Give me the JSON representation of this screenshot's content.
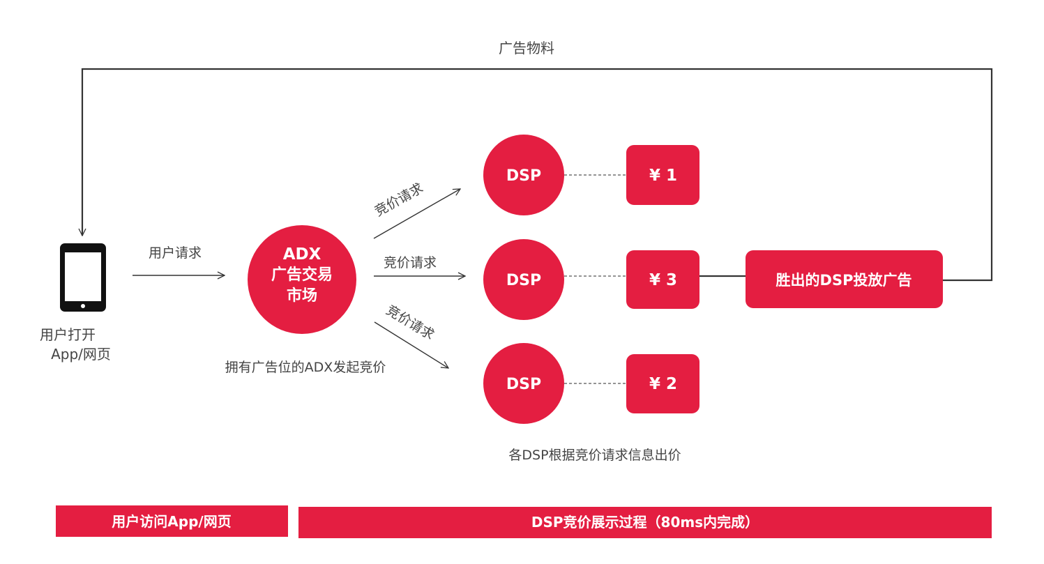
{
  "colors": {
    "accent": "#E41E41",
    "line": "#333333",
    "text": "#444444",
    "on_accent": "#FFFFFF"
  },
  "labels": {
    "ad_material": "广告物料",
    "user_request": "用户请求",
    "user_open_line1": "用户打开",
    "user_open_line2": "App/网页",
    "adx_line1": "ADX",
    "adx_line2": "广告交易",
    "adx_line3": "市场",
    "adx_caption": "拥有广告位的ADX发起竞价",
    "bid_request_top": "竞价请求",
    "bid_request_mid": "竞价请求",
    "bid_request_bottom": "竞价请求",
    "dsp_top": "DSP",
    "dsp_mid": "DSP",
    "dsp_bottom": "DSP",
    "price_top": "¥ 1",
    "price_mid": "¥ 3",
    "price_bottom": "¥ 2",
    "winner": "胜出的DSP投放广告",
    "dsp_caption": "各DSP根据竞价请求信息出价"
  },
  "banners": {
    "left": "用户访问App/网页",
    "right": "DSP竞价展示过程（80ms内完成）"
  },
  "icons": {
    "device": "tablet-icon"
  }
}
